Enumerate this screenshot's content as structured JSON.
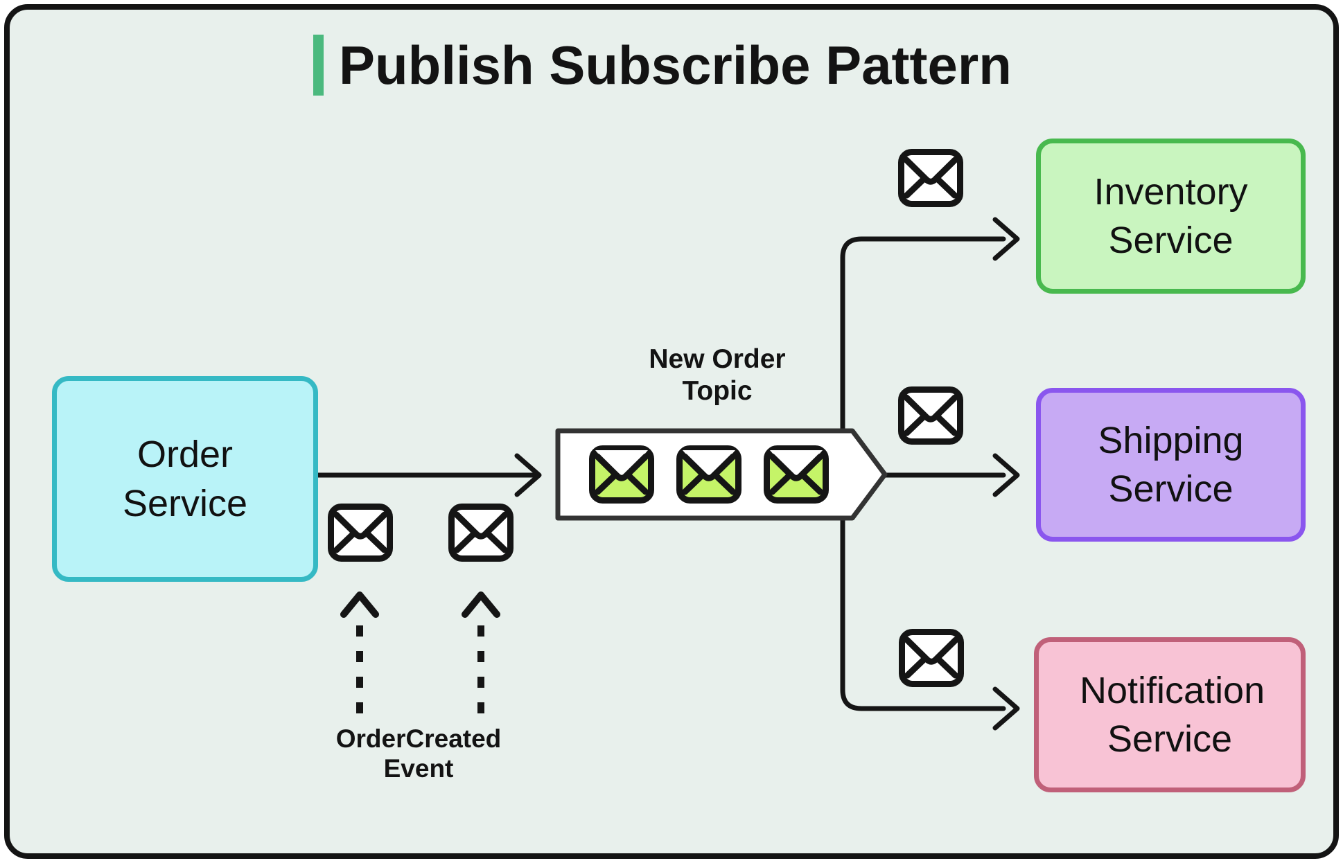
{
  "title": {
    "text": "Publish Subscribe Pattern"
  },
  "nodes": {
    "order_service": {
      "label": "Order Service",
      "fill": "#b9f3f8",
      "border": "#35b9c4"
    },
    "inventory_service": {
      "label": "Inventory Service",
      "fill": "#c9f5bf",
      "border": "#48b94e"
    },
    "shipping_service": {
      "label": "Shipping Service",
      "fill": "#c7aaf4",
      "border": "#8a56ee"
    },
    "notification_service": {
      "label": "Notification Service",
      "fill": "#f8c3d5",
      "border": "#c06079"
    }
  },
  "labels": {
    "topic": "New Order Topic",
    "event": "OrderCreated Event"
  },
  "icons": {
    "message_envelope": "envelope-icon",
    "queued_message_envelope": "envelope-icon-green"
  },
  "colors": {
    "background": "#e8f0ec",
    "frame": "#141414",
    "accent_bar": "#4bb97e",
    "line": "#151515",
    "topic_fill": "#ffffff",
    "topic_border": "#333333",
    "topic_envelope": "#c5f468",
    "envelope_white": "#ffffff"
  }
}
